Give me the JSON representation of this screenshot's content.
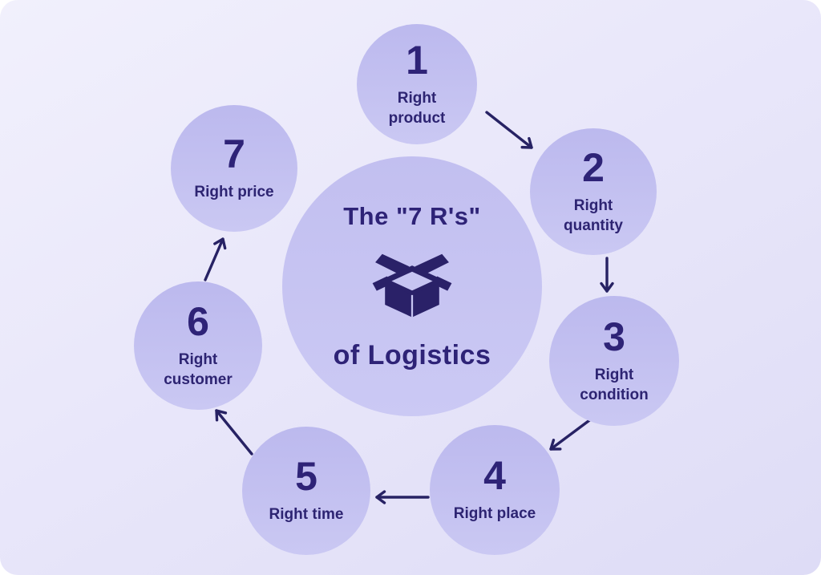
{
  "center": {
    "title_top": "The \"7 R's\"",
    "title_bottom": "of Logistics",
    "icon": "open-box-icon"
  },
  "nodes": [
    {
      "number": "1",
      "label": "Right product"
    },
    {
      "number": "2",
      "label": "Right quantity"
    },
    {
      "number": "3",
      "label": "Right condition"
    },
    {
      "number": "4",
      "label": "Right place"
    },
    {
      "number": "5",
      "label": "Right time"
    },
    {
      "number": "6",
      "label": "Right customer"
    },
    {
      "number": "7",
      "label": "Right price"
    }
  ],
  "flow": [
    "1→2",
    "2→3",
    "3→4",
    "4→5",
    "5→6",
    "6→7"
  ],
  "colors": {
    "circle_fill": "#c3c0f0",
    "center_fill": "#c7c5f2",
    "text": "#2d2472",
    "arrow": "#272264",
    "background_start": "#f1f0fc",
    "background_end": "#dedcf6"
  }
}
